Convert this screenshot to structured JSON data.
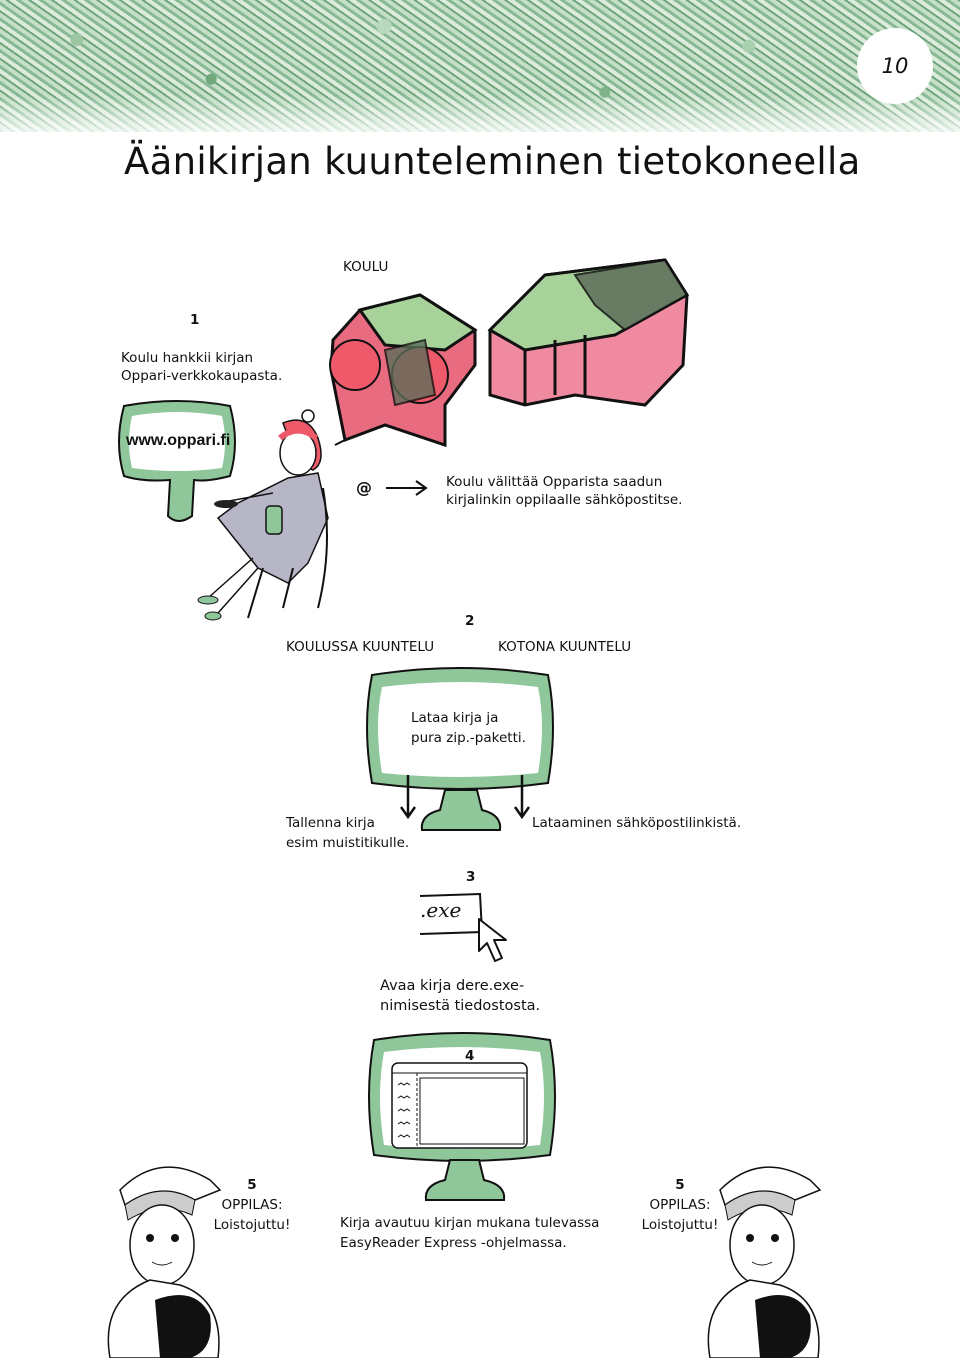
{
  "page_number": "10",
  "title": "Äänikirjan kuunteleminen tietokoneella",
  "school_label": "KOULU",
  "step1": {
    "number": "1",
    "text_line1": "Koulu hankkii kirjan",
    "text_line2": "Oppari-verkkokaupasta.",
    "bubble_text": "www.oppari.fi",
    "email_icon": "@",
    "email_text_line1": "Koulu välittää Opparista saadun",
    "email_text_line2": "kirjalinkin oppilaalle sähköpostitse."
  },
  "step2": {
    "number": "2",
    "left_heading": "KOULUSSA KUUNTELU",
    "right_heading": "KOTONA KUUNTELU",
    "screen_line1": "Lataa kirja ja",
    "screen_line2": "pura zip.-paketti.",
    "left_note_line1": "Tallenna kirja",
    "left_note_line2": "esim muistitikulle.",
    "right_note": "Lataaminen sähköpostilinkistä."
  },
  "step3": {
    "number": "3",
    "file_label": ".exe",
    "text_line1": "Avaa kirja dere.exe-",
    "text_line2": "nimisestä tiedostosta."
  },
  "step4": {
    "number": "4",
    "text_line1": "Kirja avautuu kirjan mukana tulevassa",
    "text_line2": "EasyReader Express -ohjelmassa."
  },
  "step5_left": {
    "number": "5",
    "line1": "OPPILAS:",
    "line2": "Loistojuttu!"
  },
  "step5_right": {
    "number": "5",
    "line1": "OPPILAS:",
    "line2": "Loistojuttu!"
  },
  "colors": {
    "green": "#8fc79a",
    "pink": "#e86b80",
    "header_green": "#7fb48b"
  }
}
